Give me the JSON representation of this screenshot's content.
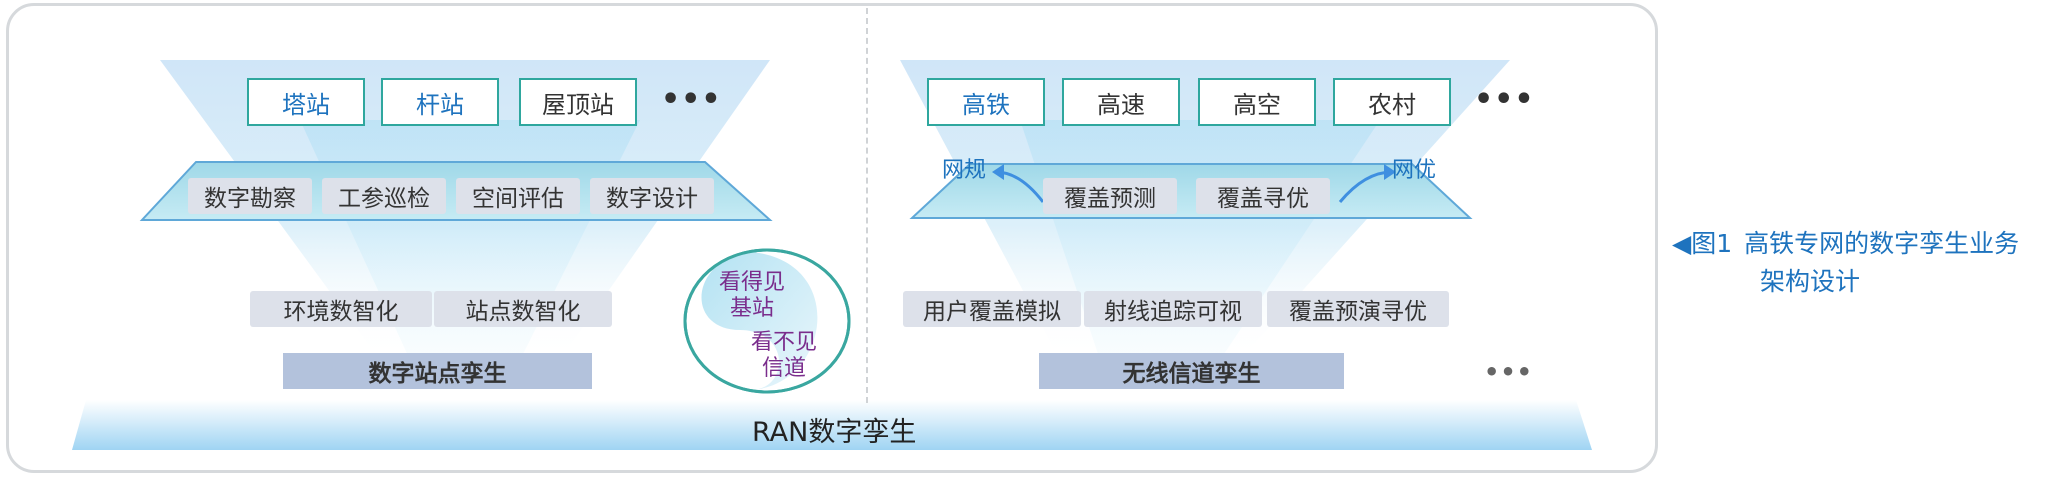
{
  "left": {
    "scenarios": [
      "塔站",
      "杆站",
      "屋顶站"
    ],
    "scenarios_more": "•••",
    "capabilities": [
      "数字勘察",
      "工参巡检",
      "空间评估",
      "数字设计"
    ],
    "digitization": [
      "环境数智化",
      "站点数智化"
    ],
    "twin_label": "数字站点孪生"
  },
  "right": {
    "scenarios": [
      "高铁",
      "高速",
      "高空",
      "农村"
    ],
    "scenarios_more": "•••",
    "network_plan": "网规",
    "network_opt": "网优",
    "capabilities": [
      "覆盖预测",
      "覆盖寻优"
    ],
    "simulation": [
      "用户覆盖模拟",
      "射线追踪可视",
      "覆盖预演寻优"
    ],
    "twin_label": "无线信道孪生",
    "more": "•••"
  },
  "center": {
    "visible_line1": "看得见",
    "visible_line2": "基站",
    "invisible_line1": "看不见",
    "invisible_line2": "信道"
  },
  "base_label": "RAN数字孪生",
  "caption": {
    "prefix": "◀图1",
    "line1": "高铁专网的数字孪生业务",
    "line2": "架构设计"
  }
}
